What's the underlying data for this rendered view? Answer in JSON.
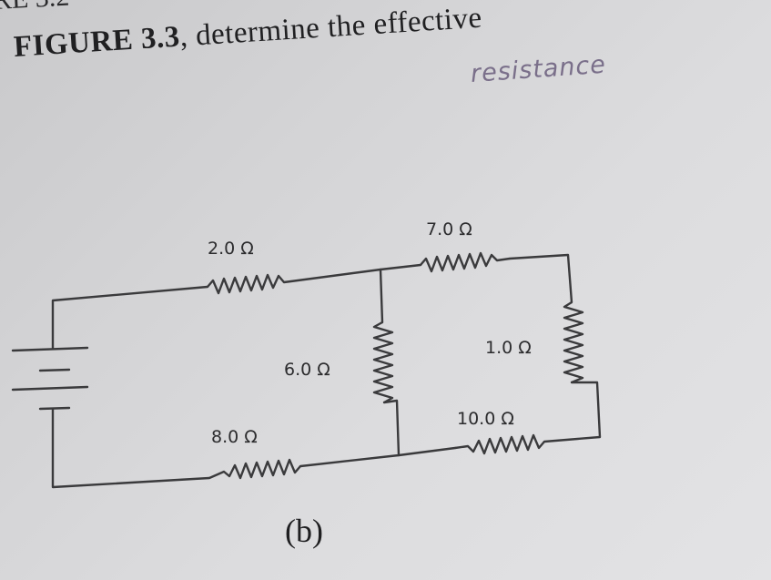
{
  "page": {
    "top_fragment": "RE 3.2",
    "caption_prefix": "FIGURE 3.3",
    "caption_rest": ", determine the effective",
    "handwritten_note": "resistance"
  },
  "circuit": {
    "resistors": [
      {
        "id": "r-2",
        "label": "2.0 Ω"
      },
      {
        "id": "r-7",
        "label": "7.0 Ω"
      },
      {
        "id": "r-6",
        "label": "6.0 Ω"
      },
      {
        "id": "r-1",
        "label": "1.0 Ω"
      },
      {
        "id": "r-10",
        "label": "10.0 Ω"
      },
      {
        "id": "r-8",
        "label": "8.0 Ω"
      }
    ],
    "sublabel": "(b)"
  },
  "colors": {
    "ink": "#3a3a3c",
    "handwriting": "#7a6f8a",
    "paper": "#d9d9db"
  }
}
